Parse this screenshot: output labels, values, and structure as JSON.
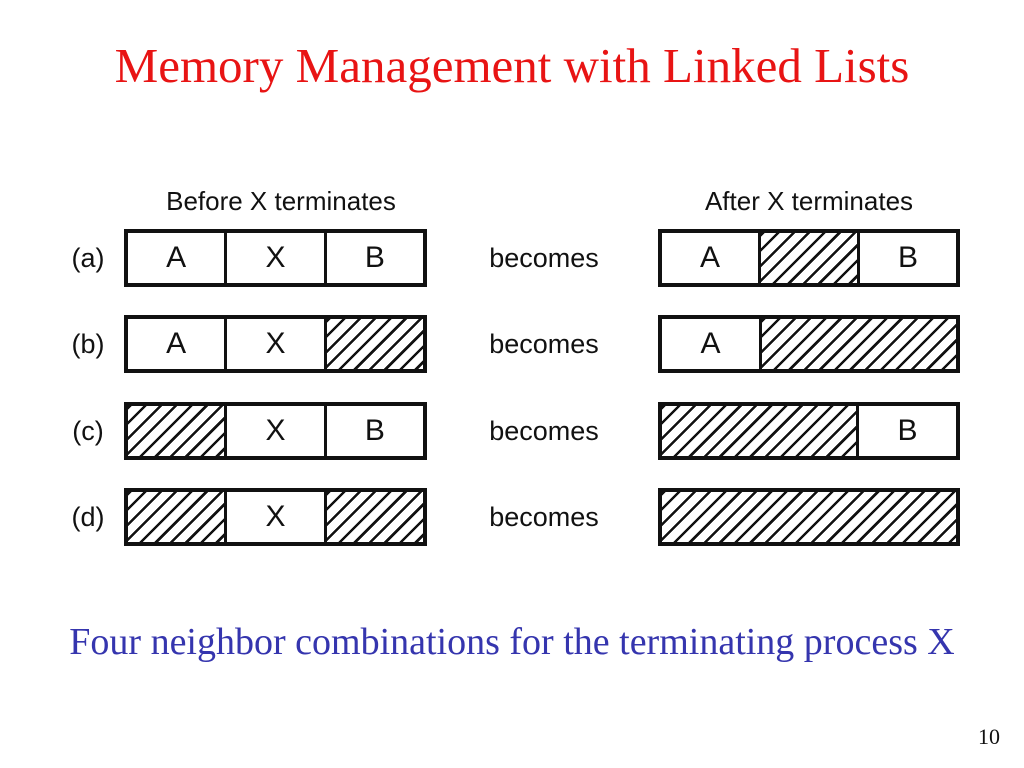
{
  "slide": {
    "title": "Memory Management with Linked Lists",
    "caption": "Four neighbor combinations for the terminating process X",
    "page_number": "10"
  },
  "colors": {
    "title_red": "#e81414",
    "caption_blue": "#3535ae",
    "diagram_ink": "#111111",
    "background": "#ffffff"
  },
  "diagram": {
    "left_header": "Before X terminates",
    "right_header": "After X terminates",
    "becomes_label": "becomes",
    "rows": [
      {
        "label": "(a)",
        "before": [
          {
            "text": "A",
            "hatched": false,
            "span": 1
          },
          {
            "text": "X",
            "hatched": false,
            "span": 1
          },
          {
            "text": "B",
            "hatched": false,
            "span": 1
          }
        ],
        "after": [
          {
            "text": "A",
            "hatched": false,
            "span": 1
          },
          {
            "text": "",
            "hatched": true,
            "span": 1
          },
          {
            "text": "B",
            "hatched": false,
            "span": 1
          }
        ]
      },
      {
        "label": "(b)",
        "before": [
          {
            "text": "A",
            "hatched": false,
            "span": 1
          },
          {
            "text": "X",
            "hatched": false,
            "span": 1
          },
          {
            "text": "",
            "hatched": true,
            "span": 1
          }
        ],
        "after": [
          {
            "text": "A",
            "hatched": false,
            "span": 1
          },
          {
            "text": "",
            "hatched": true,
            "span": 2
          }
        ]
      },
      {
        "label": "(c)",
        "before": [
          {
            "text": "",
            "hatched": true,
            "span": 1
          },
          {
            "text": "X",
            "hatched": false,
            "span": 1
          },
          {
            "text": "B",
            "hatched": false,
            "span": 1
          }
        ],
        "after": [
          {
            "text": "",
            "hatched": true,
            "span": 2
          },
          {
            "text": "B",
            "hatched": false,
            "span": 1
          }
        ]
      },
      {
        "label": "(d)",
        "before": [
          {
            "text": "",
            "hatched": true,
            "span": 1
          },
          {
            "text": "X",
            "hatched": false,
            "span": 1
          },
          {
            "text": "",
            "hatched": true,
            "span": 1
          }
        ],
        "after": [
          {
            "text": "",
            "hatched": true,
            "span": 3
          }
        ]
      }
    ]
  }
}
